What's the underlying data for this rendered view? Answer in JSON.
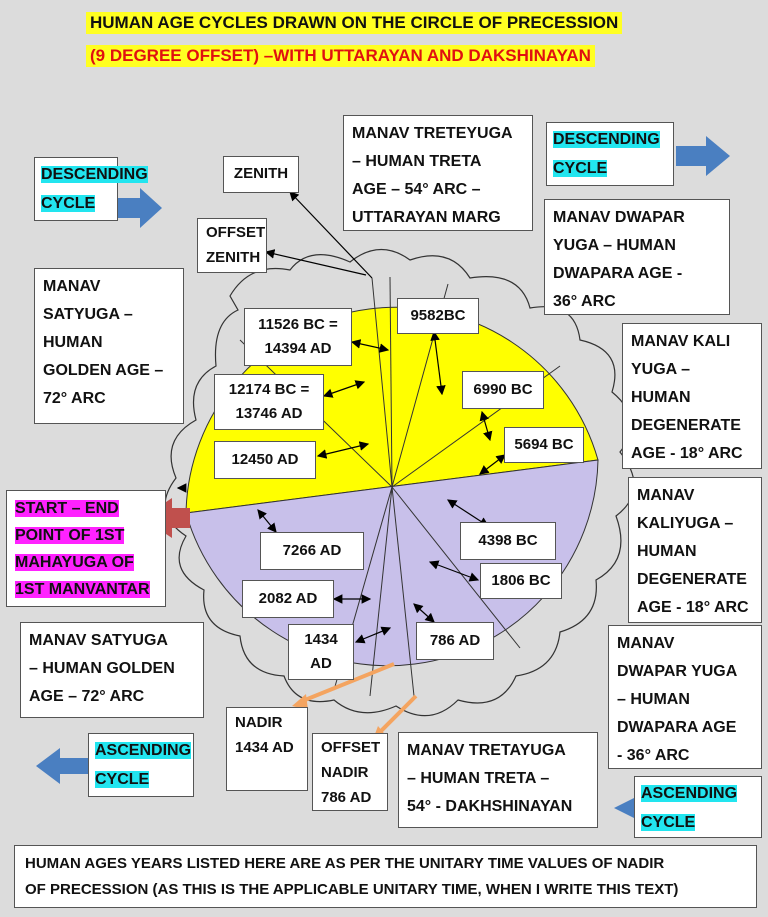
{
  "title": {
    "line1": "HUMAN AGE CYCLES DRAWN ON THE CIRCLE OF PRECESSION",
    "line2": "(9 DEGREE OFFSET) –WITH UTTARAYAN AND DAKSHINAYAN"
  },
  "cycles": {
    "descending_left_1": "DESCENDING",
    "descending_left_2": "CYCLE",
    "descending_right_1": "DESCENDING",
    "descending_right_2": "CYCLE",
    "ascending_left_1": "ASCENDING",
    "ascending_left_2": "CYCLE",
    "ascending_right_1": "ASCENDING",
    "ascending_right_2": "CYCLE"
  },
  "points": {
    "zenith": "ZENITH",
    "offset_zenith_1": "OFFSET",
    "offset_zenith_2": "ZENITH",
    "nadir_1": "NADIR",
    "nadir_2": "1434 AD",
    "offset_nadir_1": "OFFSET",
    "offset_nadir_2": "NADIR",
    "offset_nadir_3": "786 AD"
  },
  "ages": {
    "treta_top": [
      "MANAV TRETEYUGA",
      "– HUMAN TRETA",
      "AGE –  54° ARC –",
      "UTTARAYAN MARG"
    ],
    "dwapar_top": [
      "MANAV DWAPAR",
      "YUGA – HUMAN",
      "DWAPARA AGE -",
      "36° ARC"
    ],
    "kali_top": [
      "MANAV KALI",
      "YUGA –",
      "HUMAN",
      "DEGENERATE",
      "AGE - 18° ARC"
    ],
    "satyuga_top": [
      "MANAV",
      "SATYUGA –",
      "HUMAN",
      "GOLDEN AGE –",
      "72° ARC"
    ],
    "kali_bottom": [
      "MANAV",
      "KALIYUGA –",
      "HUMAN",
      "DEGENERATE",
      "AGE - 18° ARC"
    ],
    "dwapar_bottom": [
      "MANAV",
      "DWAPAR YUGA",
      "– HUMAN",
      "DWAPARA AGE",
      "- 36° ARC"
    ],
    "satyuga_bottom": [
      "MANAV SATYUGA",
      "– HUMAN GOLDEN",
      "AGE – 72° ARC"
    ],
    "treta_bottom": [
      "MANAV TRETAYUGA",
      "– HUMAN TRETA –",
      "54° - DAKHSHINAYAN"
    ]
  },
  "start_end": [
    "START – END",
    "POINT OF 1ST",
    "MAHAYUGA OF",
    "1ST MANVANTAR"
  ],
  "dates": {
    "d_11526": [
      "11526 BC =",
      "14394 AD"
    ],
    "d_9582": [
      "9582BC"
    ],
    "d_12174": [
      "12174 BC =",
      "13746 AD"
    ],
    "d_6990": [
      "6990 BC"
    ],
    "d_5694": [
      "5694 BC"
    ],
    "d_12450": [
      "12450 AD"
    ],
    "d_7266": [
      "7266 AD"
    ],
    "d_4398": [
      "4398 BC"
    ],
    "d_1806": [
      "1806 BC"
    ],
    "d_2082": [
      "2082 AD"
    ],
    "d_1434": [
      "1434",
      "AD"
    ],
    "d_786": [
      "786 AD"
    ]
  },
  "note": [
    "HUMAN AGES YEARS LISTED HERE ARE AS PER THE UNITARY TIME VALUES OF NADIR",
    "OF PRECESSION (AS THIS IS THE APPLICABLE UNITARY TIME, WHEN I WRITE THIS TEXT)"
  ],
  "colors": {
    "upper_half": "#ffff00",
    "lower_half": "#c8c0ea",
    "arrow_blue": "#4a7fc1",
    "arrow_red": "#c0504d",
    "arrow_orange": "#f4a460",
    "highlight_cyan": "#22e5ef",
    "highlight_magenta": "#ff22ff"
  }
}
